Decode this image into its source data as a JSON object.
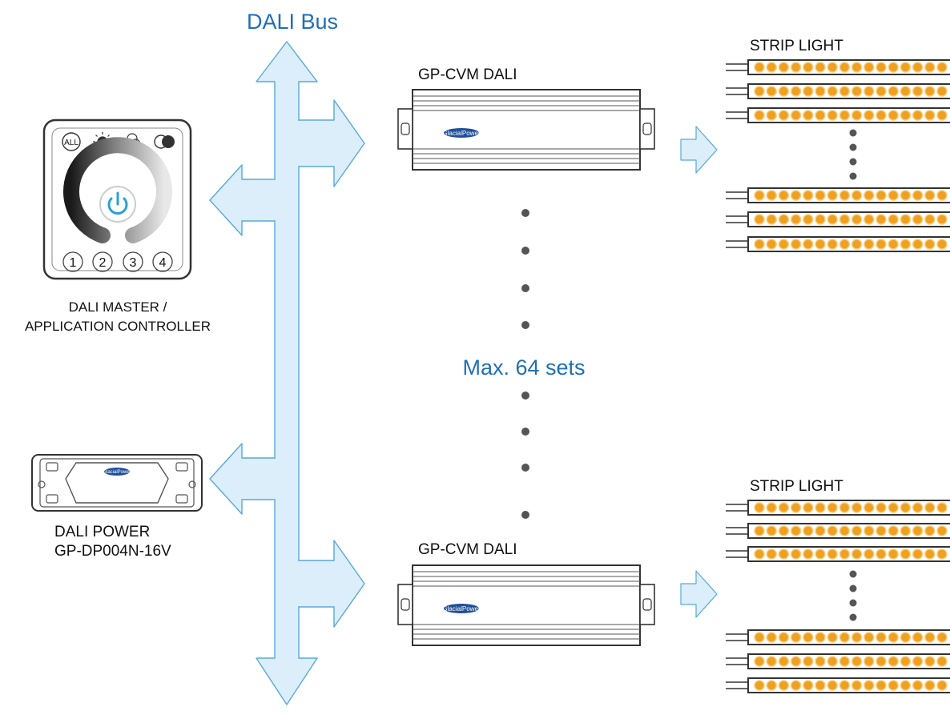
{
  "bus": {
    "label": "DALI Bus"
  },
  "controller": {
    "label_line1": "DALI MASTER /",
    "label_line2": "APPLICATION CONTROLLER",
    "all_button": "ALL",
    "channels": [
      "1",
      "2",
      "3",
      "4"
    ]
  },
  "power_supply": {
    "label_line1": "DALI POWER",
    "label_line2": "GP-DP004N-16V"
  },
  "drivers": [
    {
      "label": "GP-CVM DALI",
      "brand": "GlacialPower"
    },
    {
      "label": "GP-CVM DALI",
      "brand": "GlacialPower"
    }
  ],
  "max_sets": "Max. 64 sets",
  "strips": [
    {
      "label": "STRIP LIGHT"
    },
    {
      "label": "STRIP LIGHT"
    }
  ],
  "colors": {
    "bus_fill": "#dbeef9",
    "bus_stroke": "#5aa9d8",
    "accent_text": "#1f6fb5",
    "led": "#f0a020",
    "led_ring": "#f7cf80",
    "power_icon": "#2a9fd8"
  },
  "icons": [
    "all-icon",
    "sun-icon",
    "color-circles-icon",
    "toggle-icon",
    "power-icon"
  ]
}
